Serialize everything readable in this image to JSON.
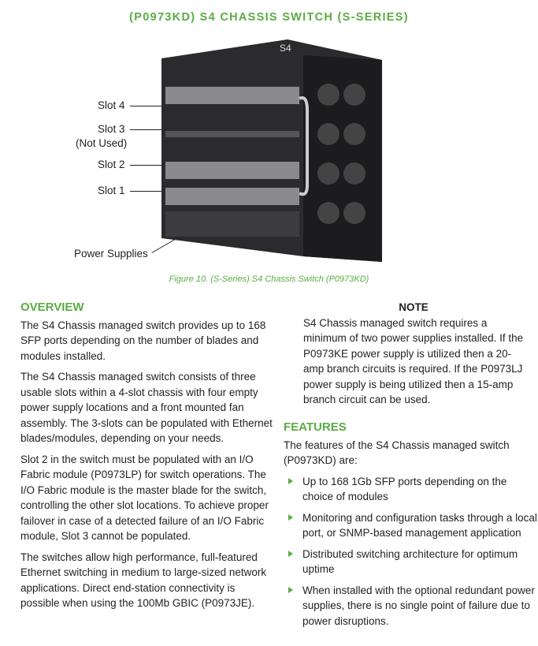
{
  "title": "(P0973KD) S4 CHASSIS SWITCH (S-SERIES)",
  "figure": {
    "labels": {
      "slot4": "Slot 4",
      "slot3": "Slot 3",
      "slot3_note": "(Not Used)",
      "slot2": "Slot 2",
      "slot1": "Slot 1",
      "power": "Power Supplies"
    },
    "badge": "S4",
    "caption": "Figure 10. (S-Series) S4 Chassis Switch (P0973KD)"
  },
  "overview": {
    "heading": "OVERVIEW",
    "paragraphs": [
      "The S4 Chassis managed switch provides up to 168 SFP ports depending on the number of blades and modules installed.",
      "The S4 Chassis managed switch consists of three usable slots within a 4-slot chassis with four empty power supply locations and a front mounted fan assembly. The 3-slots can be populated with Ethernet blades/modules, depending on your needs.",
      "Slot 2 in the switch must be populated with an I/O Fabric module (P0973LP) for switch operations. The I/O Fabric module is the master blade for the switch, controlling the other slot locations. To achieve proper failover in case of a detected failure of an I/O Fabric module, Slot 3 cannot be populated.",
      "The switches allow high performance, full-featured Ethernet switching in medium to large-sized network applications. Direct end-station connectivity is possible when using the 100Mb GBIC (P0973JE)."
    ]
  },
  "note": {
    "heading": "NOTE",
    "text": "S4 Chassis managed switch requires a minimum of two power supplies installed. If the P0973KE power supply is utilized then a 20-amp branch circuits is required. If the P0973LJ power supply is being utilized then a 15-amp branch circuit can be used."
  },
  "features": {
    "heading": "FEATURES",
    "intro": "The features of the S4 Chassis managed switch (P0973KD) are:",
    "items": [
      "Up to 168 1Gb SFP ports depending on the choice of modules",
      "Monitoring and configuration tasks through a local port, or SNMP-based management application",
      "Distributed switching architecture for optimum uptime",
      "When installed with the optional redundant power supplies, there is no single point of failure due to power disruptions."
    ]
  }
}
